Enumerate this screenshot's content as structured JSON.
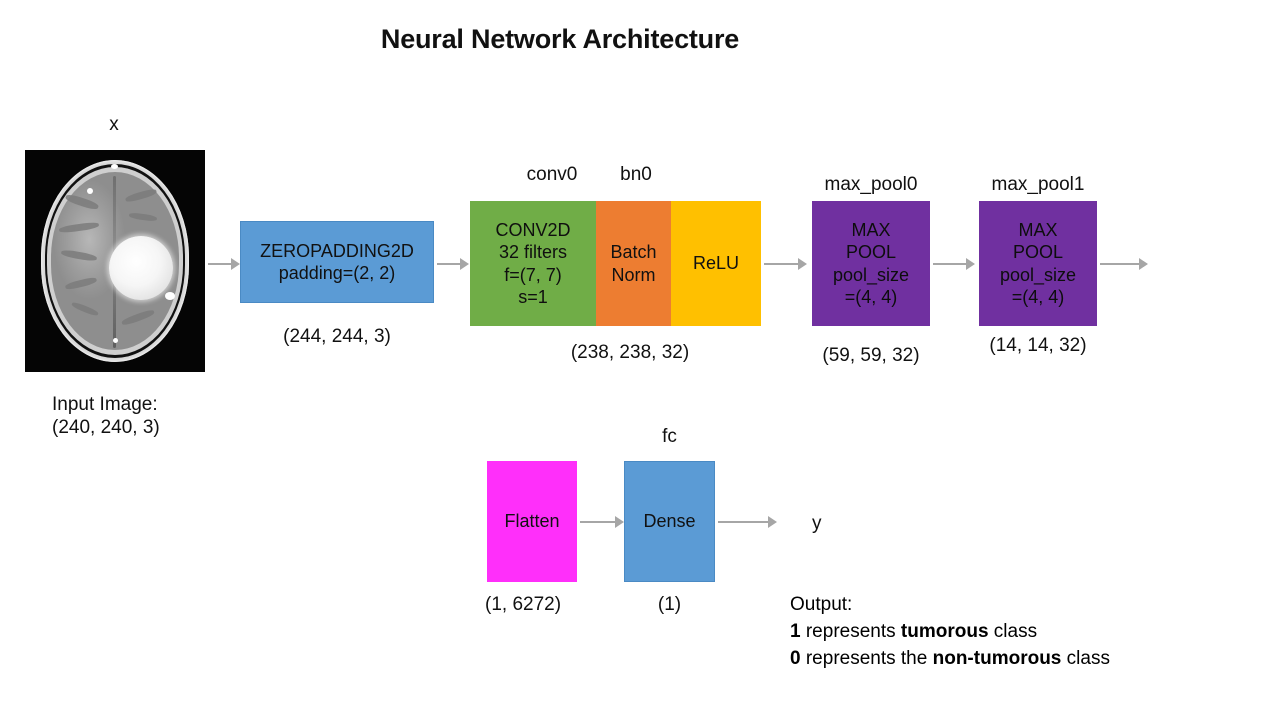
{
  "title": "Neural Network Architecture",
  "input": {
    "top_label": "x",
    "image_alt": "brain-mri-scan",
    "caption_line1": "Input Image:",
    "caption_line2": "(240, 240, 3)"
  },
  "layers": [
    {
      "name": "zeropadding2d",
      "top_label": "",
      "text": "ZEROPADDING2D\npadding=(2, 2)",
      "lines": [
        "ZEROPADDING2D",
        "padding=(2, 2)"
      ],
      "shape": "(244, 244, 3)",
      "color": "#5B9BD5"
    },
    {
      "name": "conv0",
      "top_label": "conv0",
      "text": "CONV2D\n32 filters\nf=(7, 7)\ns=1",
      "lines": [
        "CONV2D",
        "32 filters",
        "f=(7, 7)",
        "s=1"
      ],
      "shape": "(238, 238, 32)",
      "color": "#70AD47"
    },
    {
      "name": "bn0",
      "top_label": "bn0",
      "text": "Batch\nNorm",
      "lines": [
        "Batch",
        "Norm"
      ],
      "shape": "",
      "color": "#ED7D31"
    },
    {
      "name": "relu",
      "top_label": "",
      "text": "ReLU",
      "lines": [
        "ReLU"
      ],
      "shape": "",
      "color": "#FFC000"
    },
    {
      "name": "max_pool0",
      "top_label": "max_pool0",
      "text": "MAX\nPOOL\npool_size\n=(4, 4)",
      "lines": [
        "MAX",
        "POOL",
        "pool_size",
        "=(4, 4)"
      ],
      "shape": "(59, 59, 32)",
      "color": "#7030A0"
    },
    {
      "name": "max_pool1",
      "top_label": "max_pool1",
      "text": "MAX\nPOOL\npool_size\n=(4, 4)",
      "lines": [
        "MAX",
        "POOL",
        "pool_size",
        "=(4, 4)"
      ],
      "shape": "(14, 14, 32)",
      "color": "#7030A0"
    },
    {
      "name": "flatten",
      "top_label": "",
      "text": "Flatten",
      "lines": [
        "Flatten"
      ],
      "shape": "(1, 6272)",
      "color": "#FF2FFA"
    },
    {
      "name": "fc",
      "top_label": "fc",
      "text": "Dense",
      "lines": [
        "Dense"
      ],
      "shape": "(1)",
      "color": "#5B9BD5"
    }
  ],
  "output": {
    "symbol": "y",
    "heading": "Output:",
    "line2_a": "1",
    "line2_b": " represents ",
    "line2_c": "tumorous",
    "line2_d": " class",
    "line3_a": "0",
    "line3_b": " represents the ",
    "line3_c": "non-tumorous",
    "line3_d": " class"
  },
  "colors": {
    "arrow": "#A6A6A6",
    "blue": "#5B9BD5",
    "green": "#70AD47",
    "orange": "#ED7D31",
    "yellow": "#FFC000",
    "purple": "#7030A0",
    "magenta": "#FF2FFA",
    "text": "#111111",
    "background": "#FFFFFF"
  }
}
